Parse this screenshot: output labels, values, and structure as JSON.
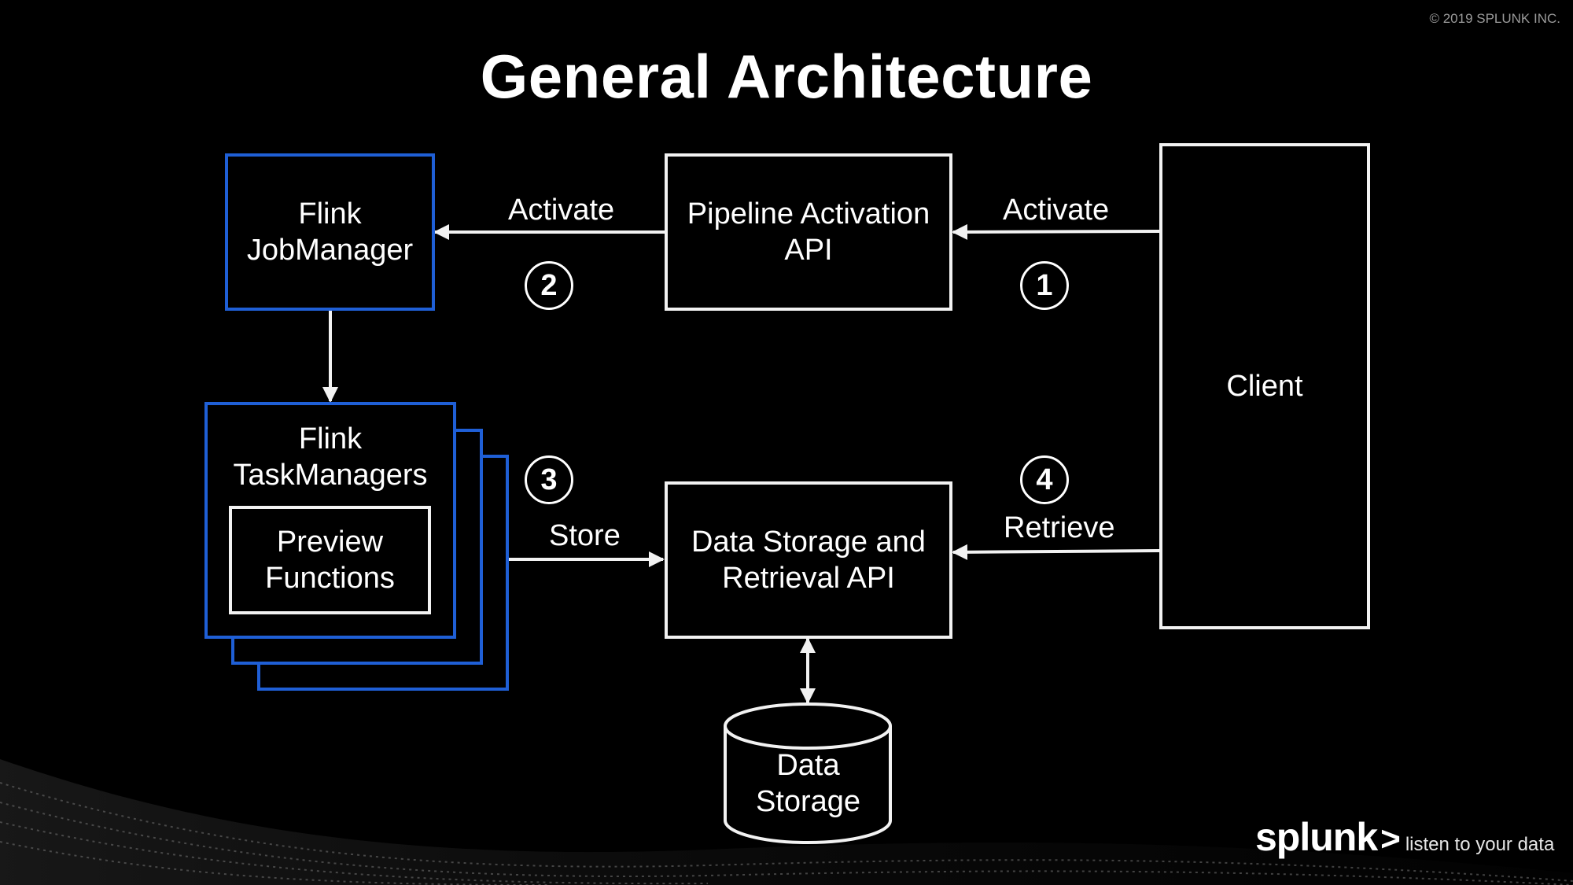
{
  "copyright": "© 2019 SPLUNK INC.",
  "title": "General Architecture",
  "nodes": {
    "flink_jobmanager": "Flink\nJobManager",
    "pipeline_api": "Pipeline Activation\nAPI",
    "client": "Client",
    "flink_taskmanagers": "Flink\nTaskManagers",
    "preview_functions": "Preview\nFunctions",
    "data_storage_api": "Data Storage and\nRetrieval API",
    "data_storage": "Data\nStorage"
  },
  "edges": {
    "activate_left": "Activate",
    "activate_right": "Activate",
    "store": "Store",
    "retrieve": "Retrieve"
  },
  "steps": [
    "1",
    "2",
    "3",
    "4"
  ],
  "logo": {
    "word": "splunk",
    "chevron": ">",
    "tagline": "listen to your data"
  },
  "colors": {
    "accent_blue": "#1f5fd6",
    "line": "#f2f2f2",
    "background": "#000000"
  }
}
